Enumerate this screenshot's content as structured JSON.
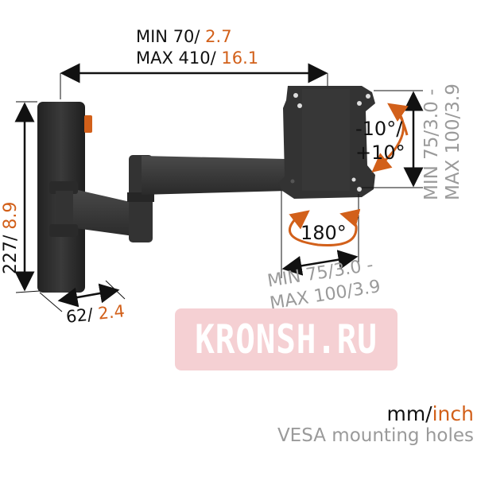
{
  "diagram": {
    "product": "Swivel wall mount",
    "dimensions": {
      "extension": {
        "min_label": "MIN 70/ ",
        "min_inch": "2.7",
        "max_label": "MAX 410/ ",
        "max_inch": "16.1"
      },
      "height": {
        "mm": "227/ ",
        "inch": "8.9"
      },
      "depth": {
        "mm": "62/ ",
        "inch": "2.4"
      },
      "vesa_vertical": {
        "line1": "MIN 75/3.0 -",
        "line2": "MAX 100/3.9"
      },
      "vesa_horizontal": {
        "line1": "MIN 75/3.0 -",
        "line2": "MAX 100/3.9"
      }
    },
    "tilt": {
      "line1": "-10°/",
      "line2": "+10°"
    },
    "swivel": {
      "label": "180°"
    },
    "legend": {
      "unit_mm": "mm/",
      "unit_inch": "inch",
      "caption": "VESA mounting holes"
    },
    "watermark": "KRONSH.RU",
    "colors": {
      "accent": "#d2601a",
      "dark": "#111111",
      "gray": "#9a9a9a",
      "mount": "#2e2e2e"
    }
  }
}
